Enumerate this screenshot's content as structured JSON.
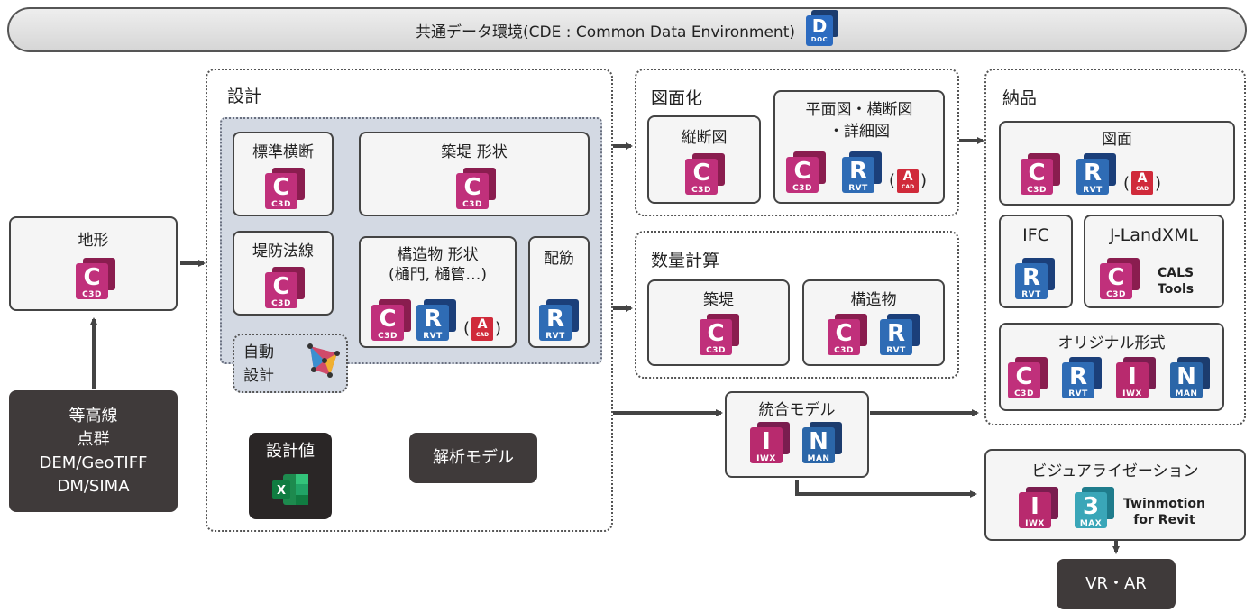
{
  "banner": {
    "title": "共通データ環境(CDE : Common Data Environment)",
    "icon": {
      "letter": "D",
      "sub": "DOC"
    }
  },
  "terrain": {
    "label": "地形",
    "icon": {
      "letter": "C",
      "sub": "C3D"
    }
  },
  "source": {
    "lines": [
      "等高線",
      "点群",
      "DEM/GeoTIFF",
      "DM/SIMA"
    ]
  },
  "design": {
    "title": "設計",
    "standard_cross": {
      "label": "標準横断",
      "icon": {
        "letter": "C",
        "sub": "C3D"
      }
    },
    "levee_alignment": {
      "label": "堤防法線",
      "icon": {
        "letter": "C",
        "sub": "C3D"
      }
    },
    "embankment_shape": {
      "label": "築堤 形状",
      "icon": {
        "letter": "C",
        "sub": "C3D"
      }
    },
    "structure_shape": {
      "label1": "構造物 形状",
      "label2": "(樋門, 樋管…)",
      "icons": [
        {
          "letter": "C",
          "sub": "C3D"
        },
        {
          "letter": "R",
          "sub": "RVT"
        }
      ],
      "acad": {
        "open": "(",
        "letter": "A",
        "sub": "CAD",
        "close": ")"
      }
    },
    "rebar": {
      "label": "配筋",
      "icon": {
        "letter": "R",
        "sub": "RVT"
      }
    },
    "auto_design": {
      "line1": "自動",
      "line2": "設計"
    },
    "design_values": {
      "label": "設計値",
      "excel_letter": "X"
    },
    "analysis_model": {
      "label": "解析モデル"
    }
  },
  "drawing": {
    "title": "図面化",
    "longitudinal": {
      "label": "縦断図",
      "icon": {
        "letter": "C",
        "sub": "C3D"
      }
    },
    "plan": {
      "label1": "平面図・横断図",
      "label2": "・詳細図",
      "icons": [
        {
          "letter": "C",
          "sub": "C3D"
        },
        {
          "letter": "R",
          "sub": "RVT"
        }
      ],
      "acad": {
        "open": "(",
        "letter": "A",
        "sub": "CAD",
        "close": ")"
      }
    }
  },
  "quantity": {
    "title": "数量計算",
    "embankment": {
      "label": "築堤",
      "icon": {
        "letter": "C",
        "sub": "C3D"
      }
    },
    "structure": {
      "label": "構造物",
      "icons": [
        {
          "letter": "C",
          "sub": "C3D"
        },
        {
          "letter": "R",
          "sub": "RVT"
        }
      ]
    }
  },
  "integrated": {
    "label": "統合モデル",
    "icons": [
      {
        "letter": "I",
        "sub": "IWX"
      },
      {
        "letter": "N",
        "sub": "MAN"
      }
    ]
  },
  "delivery": {
    "title": "納品",
    "drawings": {
      "label": "図面",
      "icons": [
        {
          "letter": "C",
          "sub": "C3D"
        },
        {
          "letter": "R",
          "sub": "RVT"
        }
      ],
      "acad": {
        "open": "(",
        "letter": "A",
        "sub": "CAD",
        "close": ")"
      }
    },
    "ifc": {
      "label": "IFC",
      "icon": {
        "letter": "R",
        "sub": "RVT"
      }
    },
    "landxml": {
      "label": "J-LandXML",
      "icon": {
        "letter": "C",
        "sub": "C3D"
      },
      "tool1": "CALS",
      "tool2": "Tools"
    },
    "original": {
      "label": "オリジナル形式",
      "icons": [
        {
          "letter": "C",
          "sub": "C3D"
        },
        {
          "letter": "R",
          "sub": "RVT"
        },
        {
          "letter": "I",
          "sub": "IWX"
        },
        {
          "letter": "N",
          "sub": "MAN"
        }
      ]
    }
  },
  "visualization": {
    "label": "ビジュアライゼーション",
    "icons": [
      {
        "letter": "I",
        "sub": "IWX"
      },
      {
        "letter": "3",
        "sub": "MAX"
      }
    ],
    "tool1": "Twinmotion",
    "tool2": "for Revit"
  },
  "vrar": {
    "label": "VR・AR"
  }
}
